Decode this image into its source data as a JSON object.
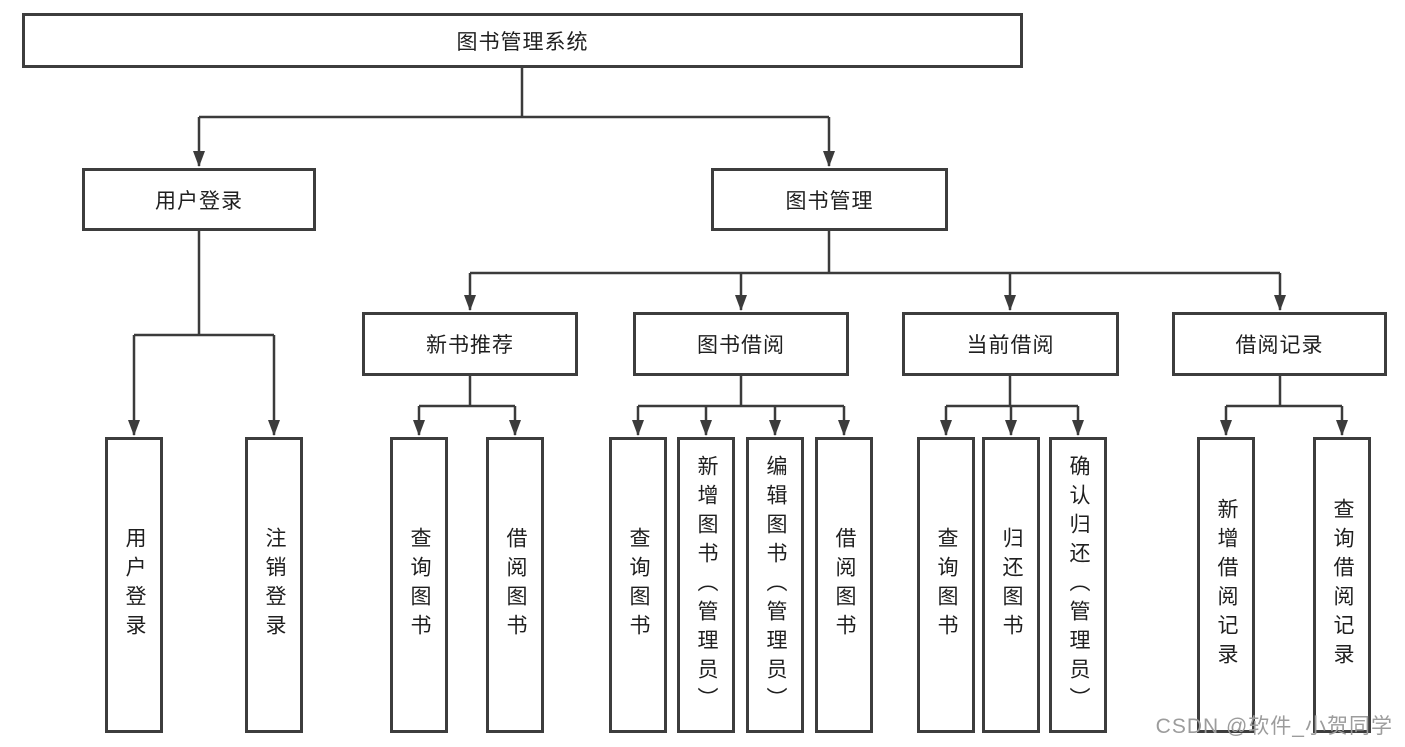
{
  "tree": {
    "root": {
      "label": "图书管理系统"
    },
    "branches": [
      {
        "label": "用户登录",
        "children": [
          {
            "label": "用户登录"
          },
          {
            "label": "注销登录"
          }
        ]
      },
      {
        "label": "图书管理",
        "sections": [
          {
            "label": "新书推荐",
            "children": [
              {
                "label": "查询图书"
              },
              {
                "label": "借阅图书"
              }
            ]
          },
          {
            "label": "图书借阅",
            "children": [
              {
                "label": "查询图书"
              },
              {
                "label": "新增图书（管理员）"
              },
              {
                "label": "编辑图书（管理员）"
              },
              {
                "label": "借阅图书"
              }
            ]
          },
          {
            "label": "当前借阅",
            "children": [
              {
                "label": "查询图书"
              },
              {
                "label": "归还图书"
              },
              {
                "label": "确认归还（管理员）"
              }
            ]
          },
          {
            "label": "借阅记录",
            "children": [
              {
                "label": "新增借阅记录"
              },
              {
                "label": "查询借阅记录"
              }
            ]
          }
        ]
      }
    ]
  },
  "watermark": {
    "text": "CSDN @软件_小贺同学"
  },
  "colors": {
    "line": "#3b3b3b",
    "border": "#3d3d3d",
    "text": "#1f1f1f",
    "watermark": "#9c9c9c",
    "background": "#ffffff"
  }
}
